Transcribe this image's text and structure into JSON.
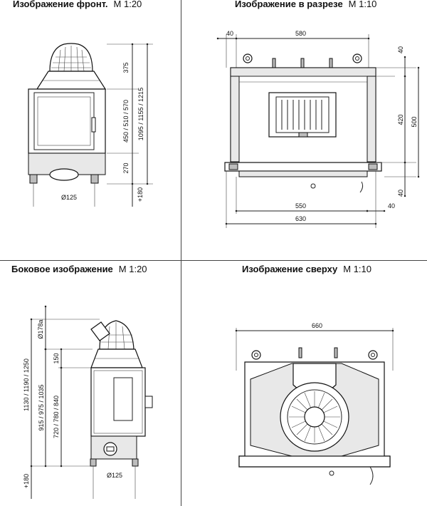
{
  "panels": {
    "front": {
      "title": "Изображение фронт.",
      "scale": "M 1:20"
    },
    "section": {
      "title": "Изображение в разрезе",
      "scale": "M 1:10"
    },
    "side": {
      "title": "Боковое изображение",
      "scale": "M 1:20"
    },
    "top": {
      "title": "Изображение сверху",
      "scale": "M 1:10"
    }
  },
  "front_dims": {
    "d375": "375",
    "d450": "450 / 510 / 570",
    "d1095": "1095 / 1155 / 1215",
    "d270": "270",
    "d180": "+180",
    "pipe": "Ø125"
  },
  "section_dims": {
    "d40a": "40",
    "d580": "580",
    "d40b": "40",
    "d420": "420",
    "d500": "500",
    "d40c": "40",
    "d550": "550",
    "d40d": "40",
    "d630": "630"
  },
  "side_dims": {
    "d178": "Ø178a",
    "d150": "150",
    "d1130": "1130 / 1190 / 1250",
    "d915": "915 / 975 / 1035",
    "d720": "720 / 780 / 840",
    "d180": "+180",
    "pipe": "Ø125"
  },
  "top_dims": {
    "d660": "660"
  }
}
